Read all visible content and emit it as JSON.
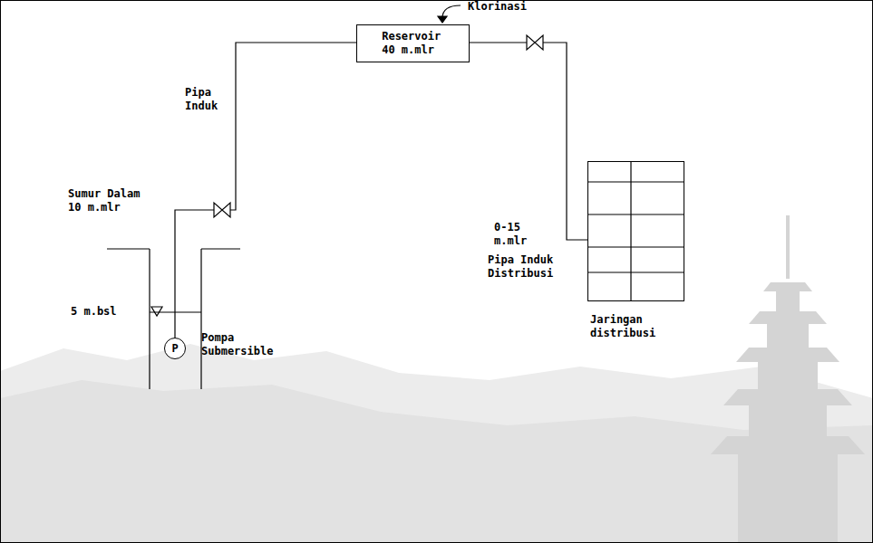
{
  "diagram": {
    "nodes": [
      {
        "text": [
          "Reservoir 40 m.mlr"
        ]
      },
      {
        "text": [
          "P",
          "Pompa Submersible"
        ]
      },
      {
        "text": [
          "Jaringan distribusi"
        ]
      }
    ],
    "edges": [
      {
        "from": 1,
        "to": 0,
        "arrow": "none",
        "label": "Pipa Induk"
      },
      {
        "from": 0,
        "to": 2,
        "arrow": "none",
        "label": "Pipa Induk Distribusi"
      }
    ],
    "labels": [
      "Klorinasi",
      "Sumur Dalam 10 m.mlr",
      "5 m.bsl",
      "0-15 m.mlr"
    ]
  }
}
